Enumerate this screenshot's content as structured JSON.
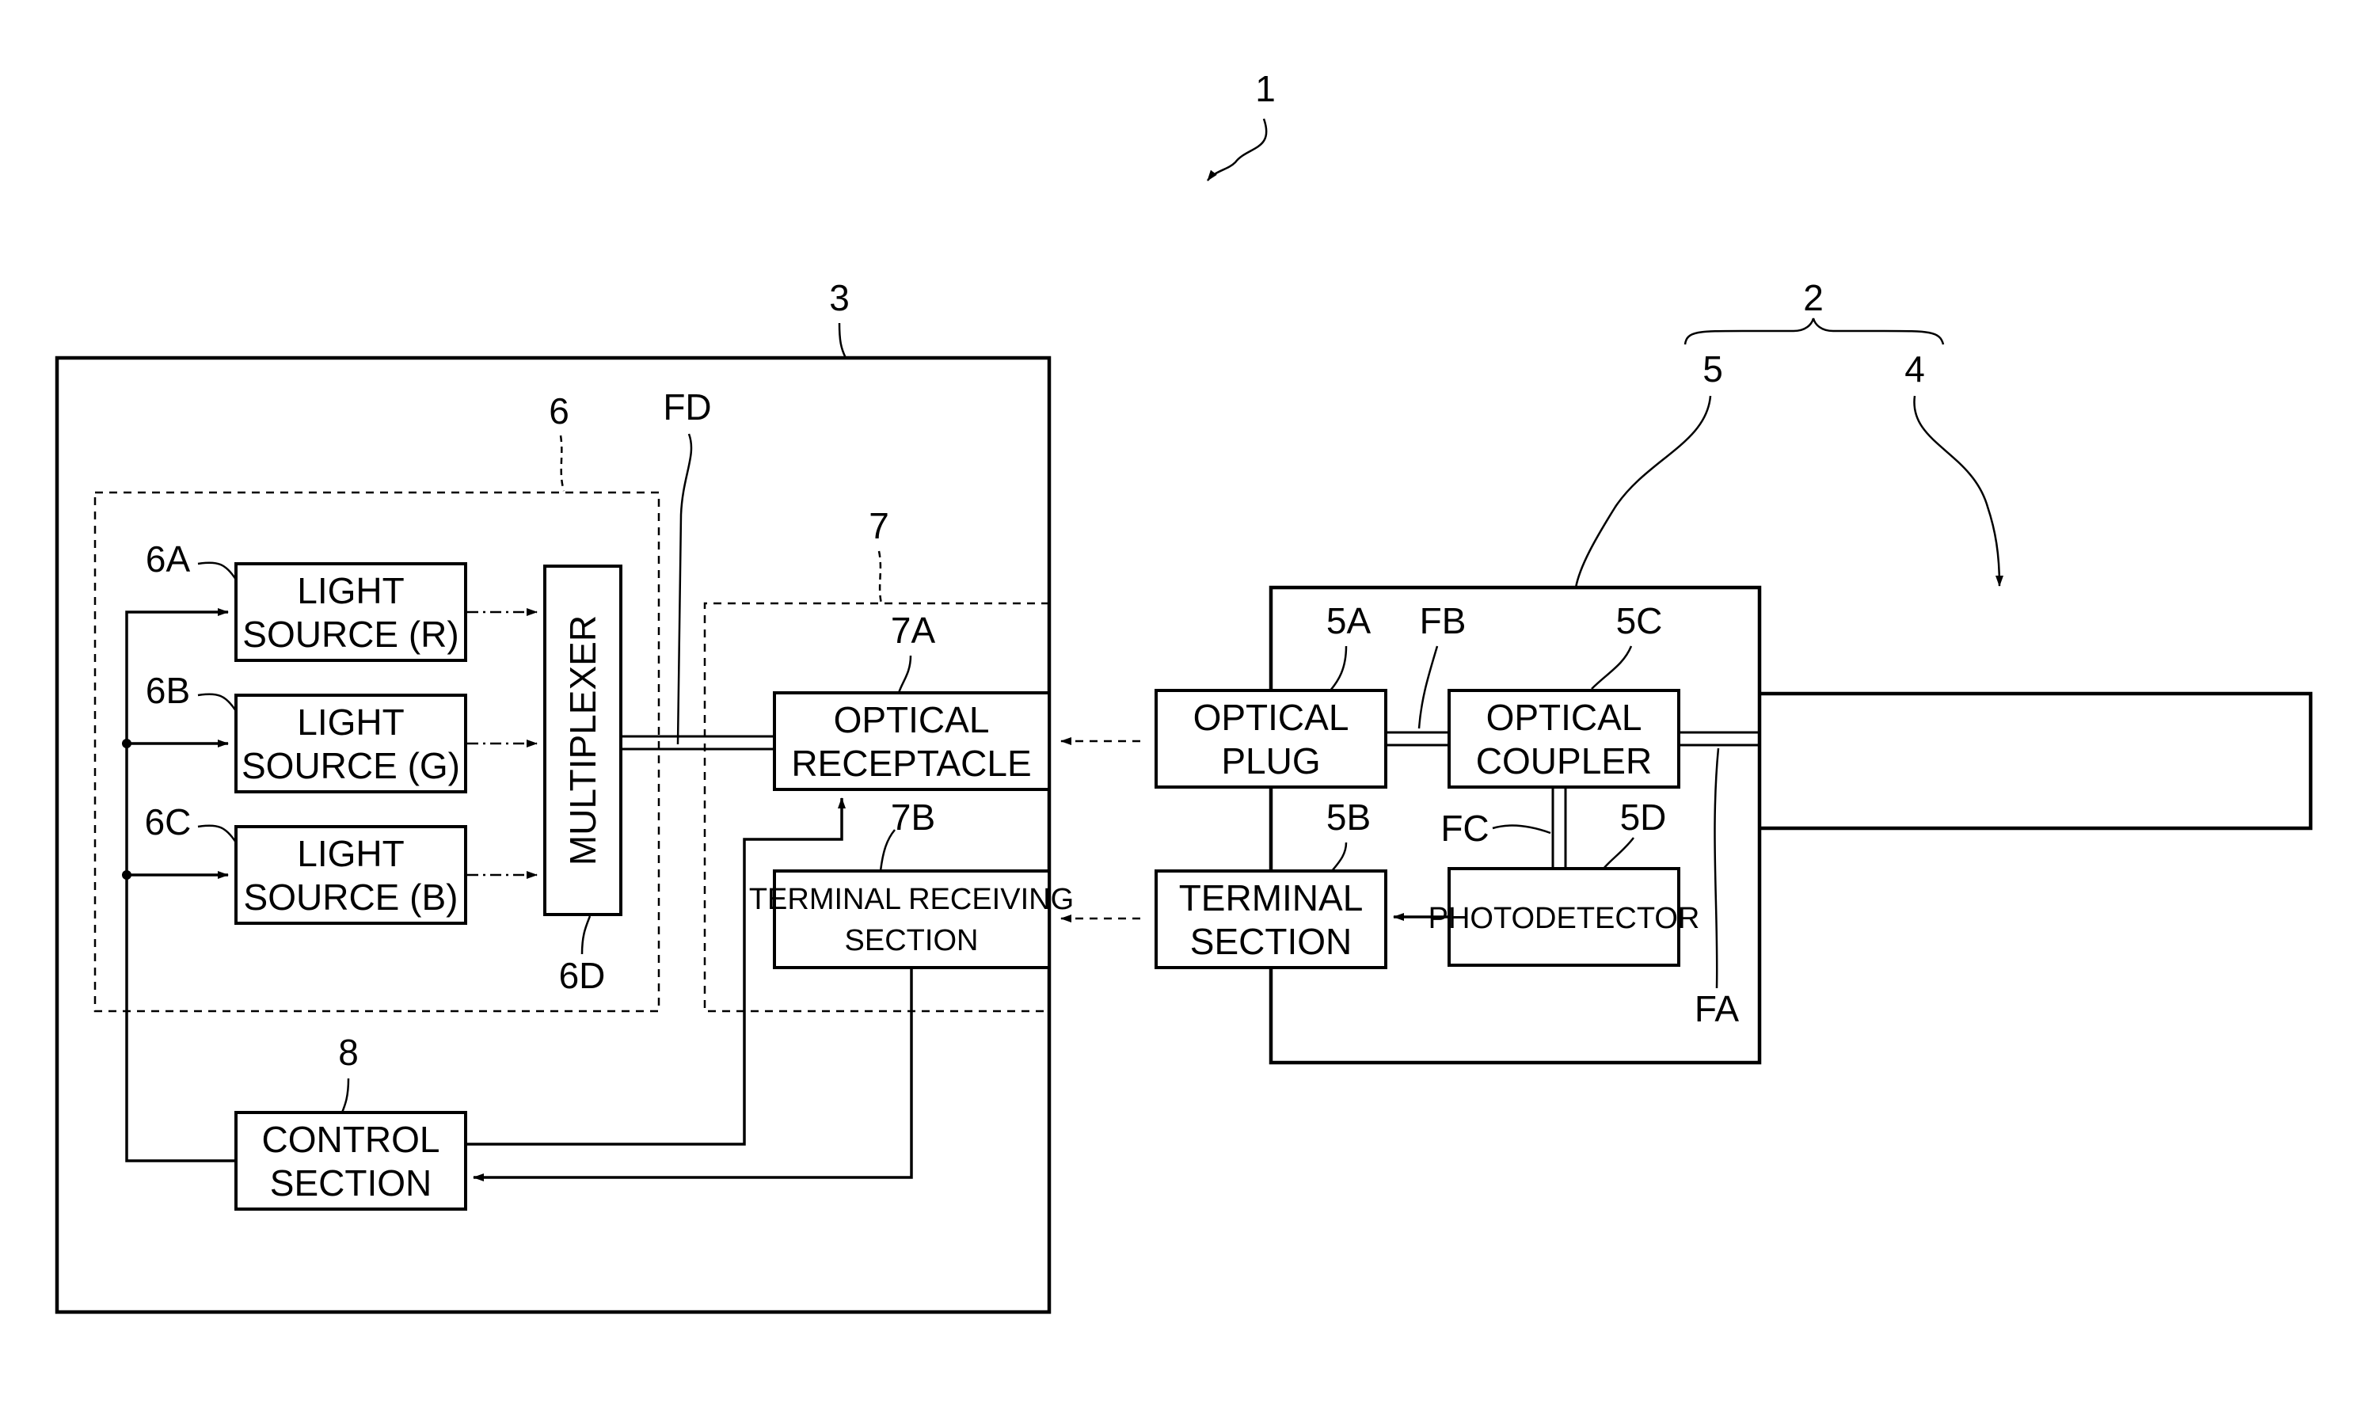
{
  "refs": {
    "system": "1",
    "endoscope_group": "2",
    "processor": "3",
    "scope": "4",
    "connector": "5",
    "light_source_unit": "6",
    "connection_section": "7",
    "control": "8",
    "fd": "FD",
    "r6a": "6A",
    "r6b": "6B",
    "r6c": "6C",
    "r6d": "6D",
    "r7a": "7A",
    "r7b": "7B",
    "r5a": "5A",
    "r5b": "5B",
    "r5c": "5C",
    "r5d": "5D",
    "fb": "FB",
    "fc": "FC",
    "fa": "FA"
  },
  "blocks": {
    "light_r": [
      "LIGHT",
      "SOURCE (R)"
    ],
    "light_g": [
      "LIGHT",
      "SOURCE (G)"
    ],
    "light_b": [
      "LIGHT",
      "SOURCE (B)"
    ],
    "multiplexer": "MULTIPLEXER",
    "optical_receptacle": [
      "OPTICAL",
      "RECEPTACLE"
    ],
    "terminal_receiving": [
      "TERMINAL RECEIVING",
      "SECTION"
    ],
    "control_section": [
      "CONTROL",
      "SECTION"
    ],
    "optical_plug": [
      "OPTICAL",
      "PLUG"
    ],
    "terminal_section": [
      "TERMINAL",
      "SECTION"
    ],
    "optical_coupler": [
      "OPTICAL",
      "COUPLER"
    ],
    "photodetector": "PHOTODETECTOR"
  }
}
